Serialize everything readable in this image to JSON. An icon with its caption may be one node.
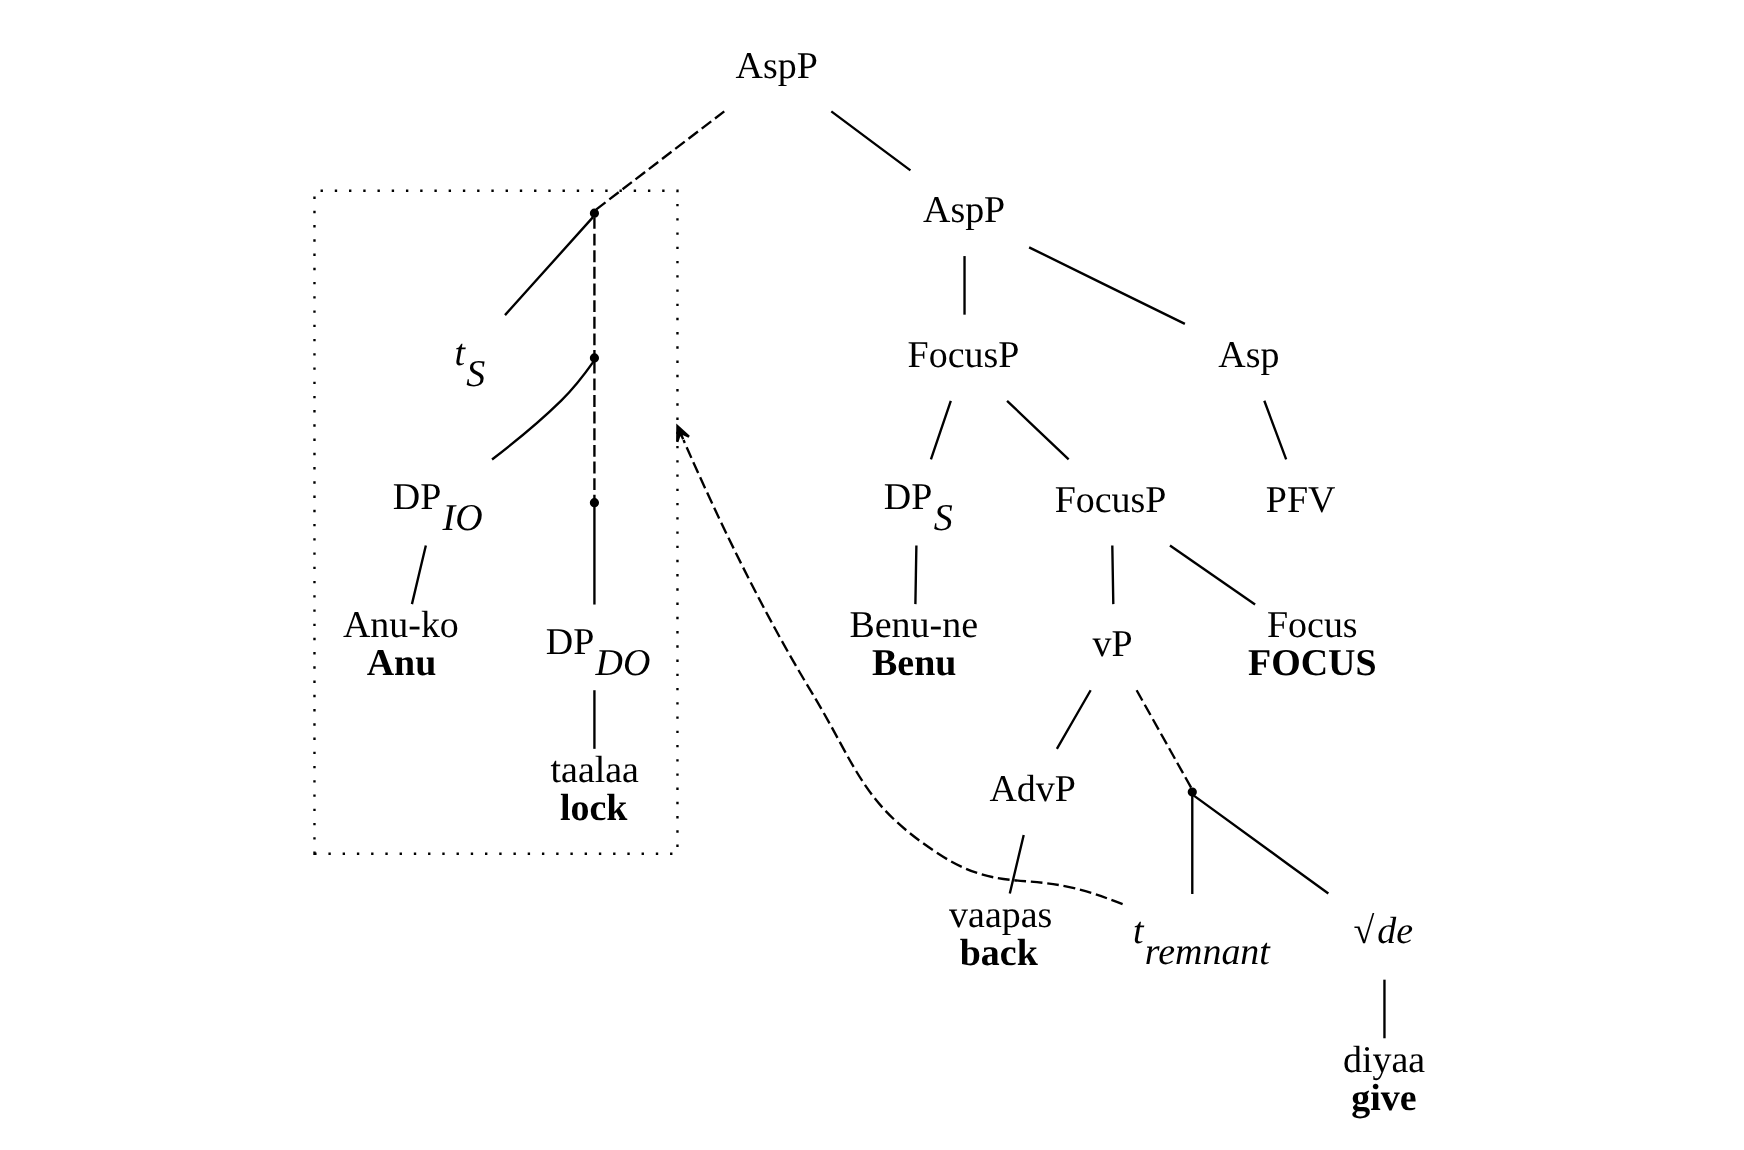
{
  "diagram": {
    "nodes": [
      {
        "text": [
          "AspP"
        ]
      },
      {
        "text": [],
        "shape": "box"
      },
      {
        "text": [],
        "shape": "point",
        "in": 1
      },
      {
        "text": [
          "*t*$_{S}$"
        ],
        "in": 1
      },
      {
        "text": [],
        "shape": "point",
        "in": 1
      },
      {
        "text": [
          "DP$_{IO}$"
        ],
        "in": 1
      },
      {
        "text": [],
        "shape": "point",
        "in": 1
      },
      {
        "text": [
          "Anu-ko"
        ],
        "beside": [
          "Anu"
        ],
        "in": 1
      },
      {
        "text": [
          "DP$_{DO}$"
        ],
        "in": 1
      },
      {
        "text": [
          "taalaa"
        ],
        "beside": [
          "lock"
        ],
        "in": 1
      },
      {
        "text": [
          "AspP"
        ]
      },
      {
        "text": [
          "FocusP"
        ]
      },
      {
        "text": [
          "Asp"
        ]
      },
      {
        "text": [
          "PFV"
        ]
      },
      {
        "text": [
          "DP$_{S}$"
        ]
      },
      {
        "text": [
          "FocusP"
        ]
      },
      {
        "text": [
          "Benu-ne"
        ],
        "beside": [
          "Benu"
        ]
      },
      {
        "text": [
          "vP"
        ]
      },
      {
        "text": [
          "Focus"
        ],
        "beside": [
          "FOCUS"
        ]
      },
      {
        "text": [
          "AdvP"
        ]
      },
      {
        "text": [],
        "shape": "point"
      },
      {
        "text": [
          "vaapas"
        ],
        "beside": [
          "back"
        ]
      },
      {
        "text": [
          "*t*$_{remnant}$"
        ]
      },
      {
        "text": [
          "√*de*"
        ]
      },
      {
        "text": [
          "diyaa"
        ],
        "beside": [
          "give"
        ]
      }
    ],
    "edges": [
      {
        "from": 0,
        "to": 2,
        "arrow": "none",
        "style": "dashed"
      },
      {
        "from": 0,
        "to": 10,
        "arrow": "none"
      },
      {
        "from": 2,
        "to": 3,
        "arrow": "none"
      },
      {
        "from": 2,
        "to": 4,
        "arrow": "none",
        "style": "dashed"
      },
      {
        "from": 4,
        "to": 5,
        "arrow": "none"
      },
      {
        "from": 4,
        "to": 6,
        "arrow": "none",
        "style": "dashed"
      },
      {
        "from": 5,
        "to": 7,
        "arrow": "none"
      },
      {
        "from": 6,
        "to": 8,
        "arrow": "none"
      },
      {
        "from": 8,
        "to": 9,
        "arrow": "none"
      },
      {
        "from": 10,
        "to": 11,
        "arrow": "none"
      },
      {
        "from": 10,
        "to": 12,
        "arrow": "none"
      },
      {
        "from": 12,
        "to": 13,
        "arrow": "none"
      },
      {
        "from": 11,
        "to": 14,
        "arrow": "none"
      },
      {
        "from": 11,
        "to": 15,
        "arrow": "none"
      },
      {
        "from": 14,
        "to": 16,
        "arrow": "none"
      },
      {
        "from": 15,
        "to": 17,
        "arrow": "none"
      },
      {
        "from": 15,
        "to": 18,
        "arrow": "none"
      },
      {
        "from": 17,
        "to": 19,
        "arrow": "none"
      },
      {
        "from": 17,
        "to": 20,
        "arrow": "none",
        "style": "dashed"
      },
      {
        "from": 19,
        "to": 21,
        "arrow": "none"
      },
      {
        "from": 20,
        "to": 22,
        "arrow": "none"
      },
      {
        "from": 20,
        "to": 23,
        "arrow": "none"
      },
      {
        "from": 23,
        "to": 24,
        "arrow": "none"
      },
      {
        "from": 22,
        "to": 1,
        "arrow": "to",
        "style": "dashed"
      }
    ]
  }
}
